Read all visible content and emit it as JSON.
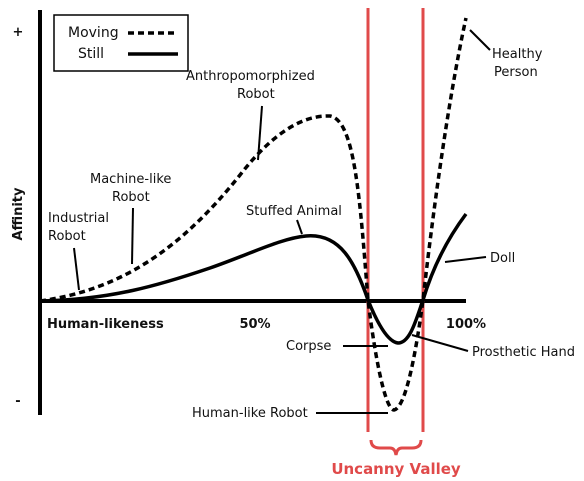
{
  "chart_data": {
    "type": "line",
    "title": "",
    "xlabel": "Human-likeness",
    "ylabel": "Affinity",
    "y_ticks": {
      "top": "+",
      "bottom": "-"
    },
    "x_ticks": [
      "50%",
      "100%"
    ],
    "xlim": [
      0,
      100
    ],
    "ylim": [
      -1,
      1
    ],
    "grid": false,
    "legend": {
      "placement": "top-left",
      "entries": [
        "Moving",
        "Still"
      ]
    },
    "series": [
      {
        "name": "Moving",
        "style": "dashed",
        "points": [
          [
            0,
            0
          ],
          [
            10,
            0.06
          ],
          [
            20,
            0.17
          ],
          [
            30,
            0.32
          ],
          [
            40,
            0.5
          ],
          [
            50,
            0.66
          ],
          [
            60,
            0.8
          ],
          [
            66,
            0.8
          ],
          [
            70,
            0.62
          ],
          [
            74,
            0.2
          ],
          [
            77,
            -0.55
          ],
          [
            80,
            -0.95
          ],
          [
            83,
            -0.82
          ],
          [
            86,
            -0.25
          ],
          [
            90,
            0.35
          ],
          [
            95,
            0.85
          ],
          [
            100,
            1.15
          ]
        ]
      },
      {
        "name": "Still",
        "style": "solid",
        "points": [
          [
            0,
            0
          ],
          [
            10,
            0.04
          ],
          [
            20,
            0.1
          ],
          [
            30,
            0.18
          ],
          [
            40,
            0.26
          ],
          [
            48,
            0.31
          ],
          [
            56,
            0.33
          ],
          [
            62,
            0.28
          ],
          [
            68,
            0.15
          ],
          [
            72,
            0.02
          ],
          [
            76,
            -0.18
          ],
          [
            79,
            -0.32
          ],
          [
            82,
            -0.26
          ],
          [
            86,
            0.03
          ],
          [
            90,
            0.15
          ],
          [
            100,
            0.38
          ]
        ]
      }
    ],
    "region": {
      "label": "Uncanny Valley",
      "x_range": [
        77,
        90
      ],
      "color": "#e04a4a"
    },
    "annotations": [
      {
        "label": "Industrial\nRobot",
        "x": 8,
        "y": 0.02
      },
      {
        "label": "Machine-like\nRobot",
        "x": 22,
        "y": 0.15
      },
      {
        "label": "Anthropomorphized\nRobot",
        "x": 52,
        "y": 0.62
      },
      {
        "label": "Stuffed Animal",
        "x": 60,
        "y": 0.3
      },
      {
        "label": "Healthy\nPerson",
        "x": 98,
        "y": 1.1
      },
      {
        "label": "Doll",
        "x": 92,
        "y": 0.2
      },
      {
        "label": "Corpse",
        "x": 80,
        "y": -0.25
      },
      {
        "label": "Prosthetic Hand",
        "x": 86,
        "y": -0.18
      },
      {
        "label": "Human-like Robot",
        "x": 80,
        "y": -0.93
      }
    ]
  }
}
